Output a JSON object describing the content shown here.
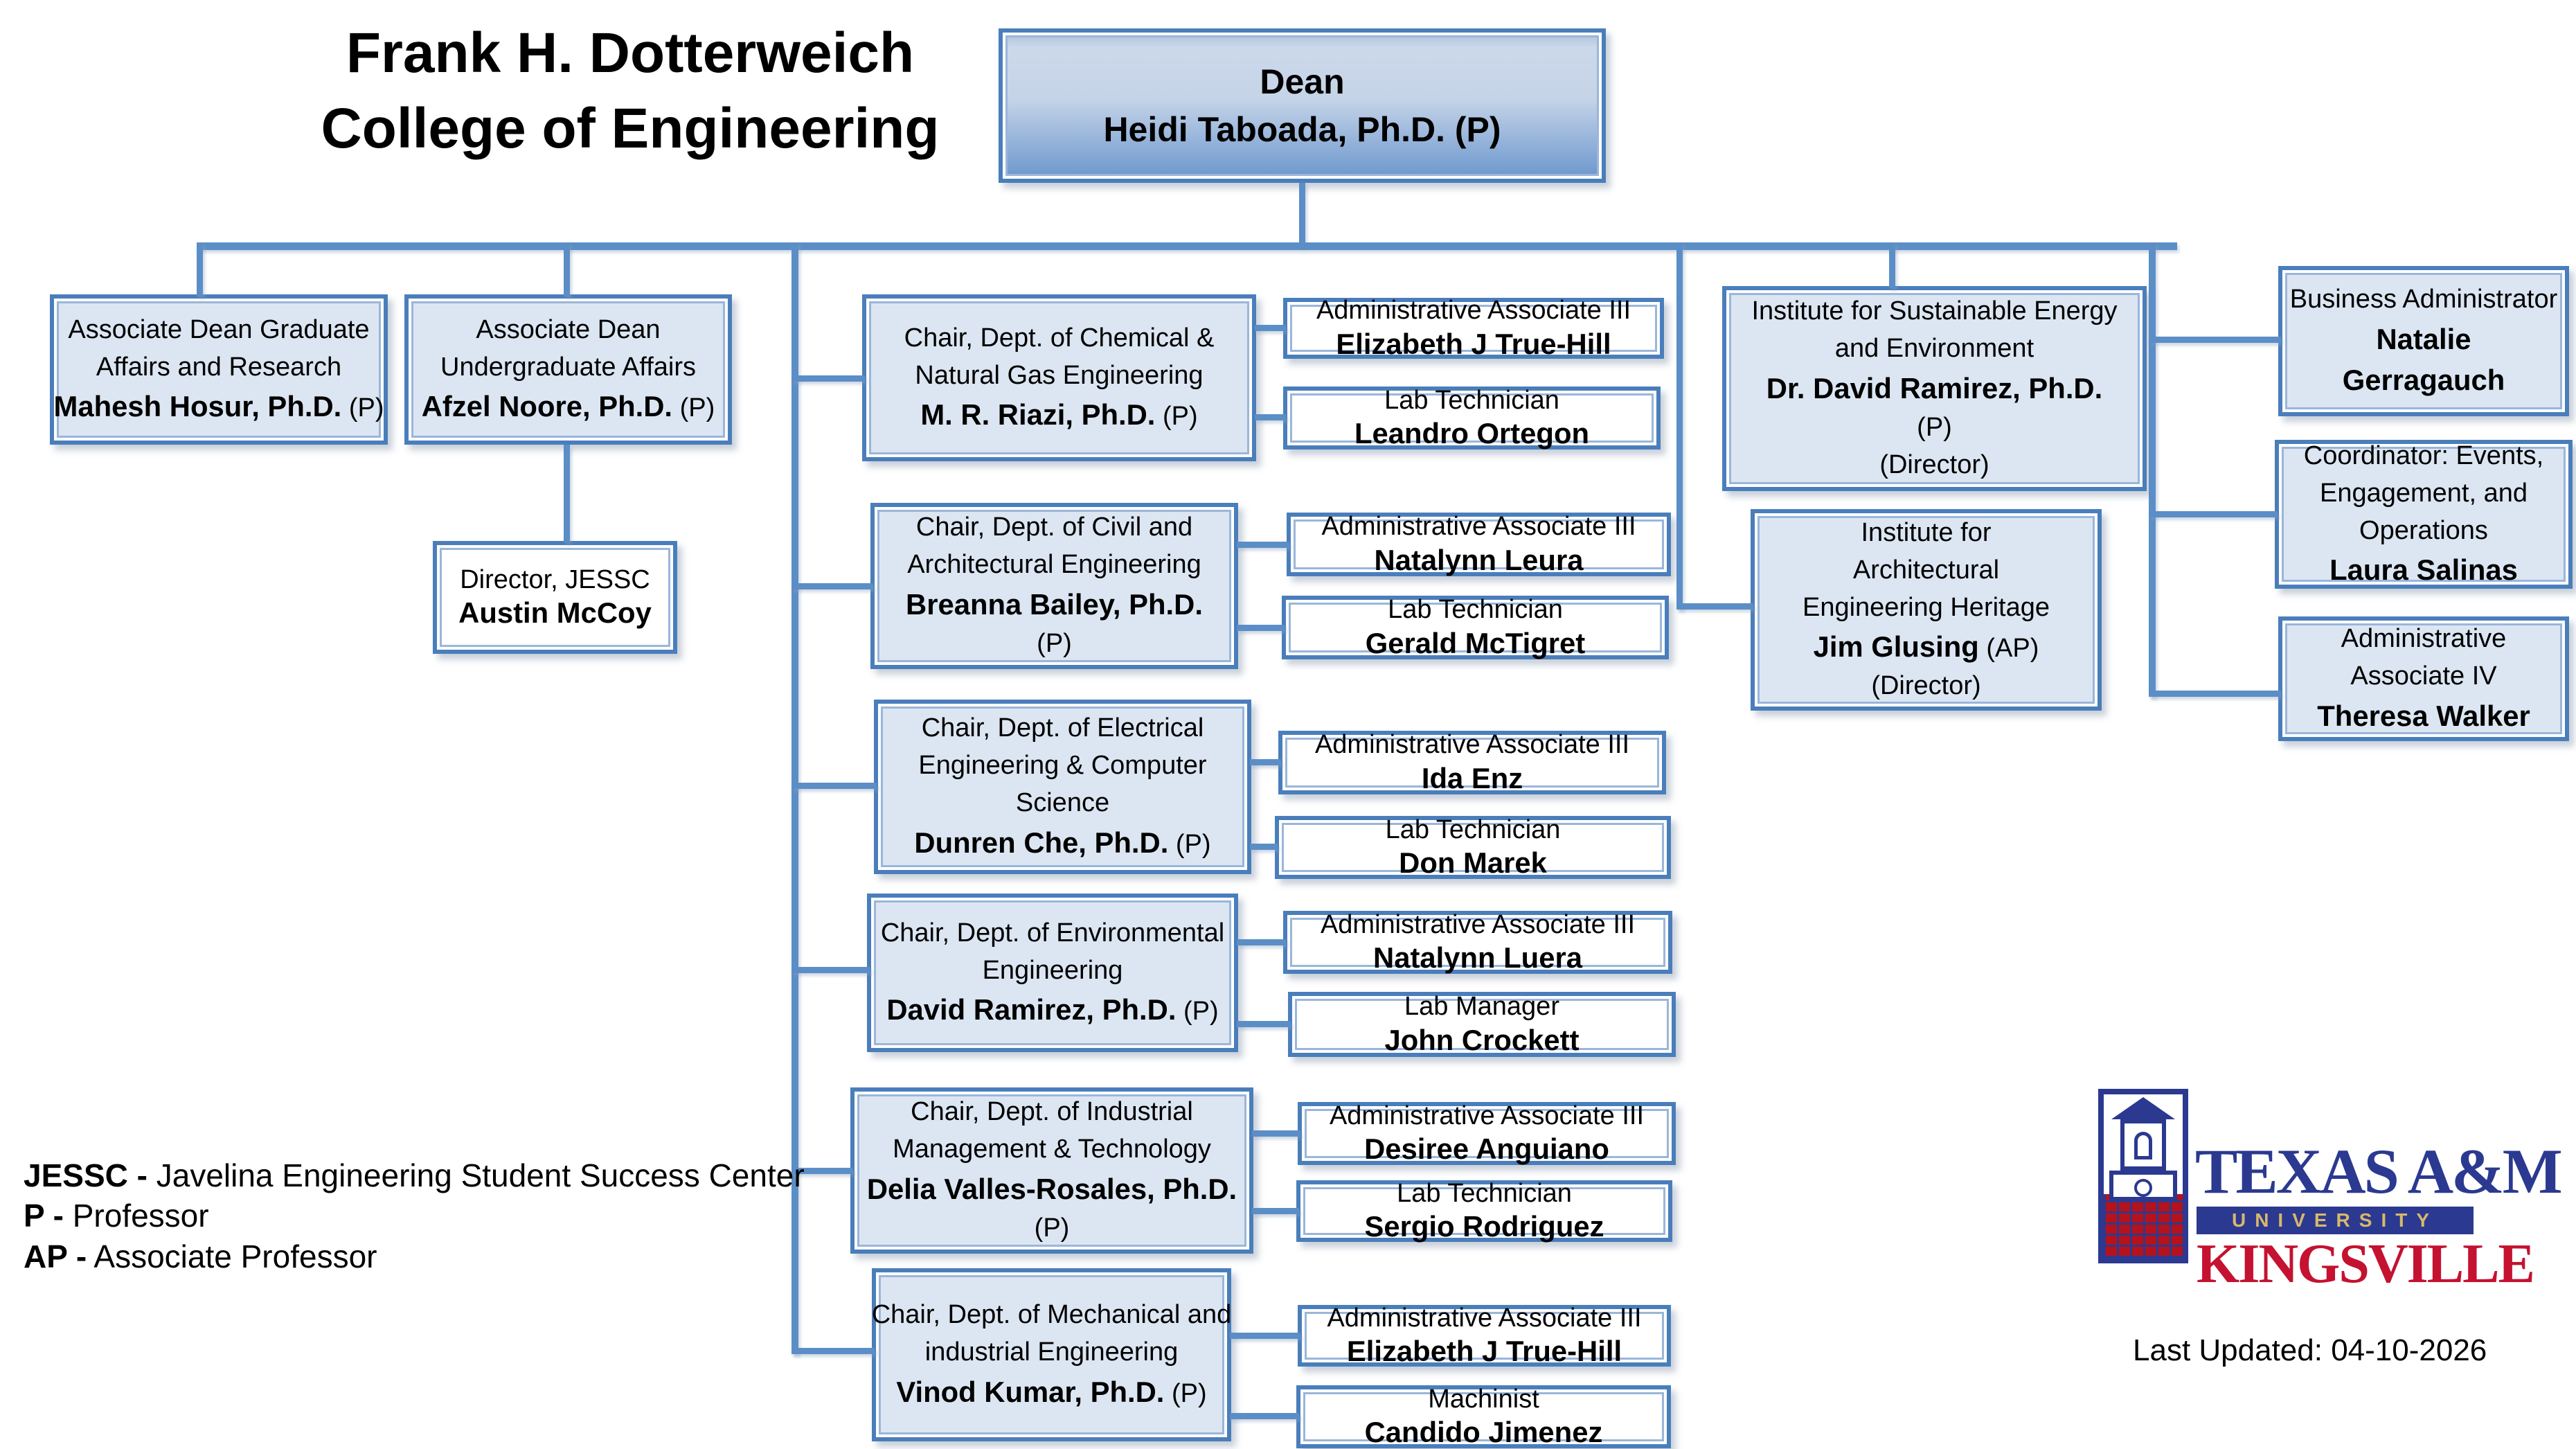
{
  "page": {
    "title_line1": "Frank H. Dotterweich",
    "title_line2": "College of Engineering",
    "last_updated": "Last Updated: 04-10-2026"
  },
  "colors": {
    "box_border": "#4a7ebb",
    "box_fill": "#dce6f2",
    "connector": "#5b8ec6",
    "logo_navy": "#2b3990",
    "logo_red": "#c41230",
    "logo_gold": "#d8b969"
  },
  "legend": [
    {
      "abbr": "JESSC -",
      "text": " Javelina Engineering Student Success Center"
    },
    {
      "abbr": "P -",
      "text": " Professor"
    },
    {
      "abbr": "AP -",
      "text": " Associate Professor"
    }
  ],
  "logo": {
    "line1": "TEXAS A&M",
    "line2": "UNIVERSITY",
    "line3": "KINGSVILLE",
    "icon": "tamuk-tower-icon"
  },
  "boxes": [
    {
      "id": "dean",
      "style": "dean",
      "lines": [
        [
          {
            "t": "Dean",
            "b": true
          }
        ],
        [
          {
            "t": "Heidi Taboada, Ph.D. (P)",
            "b": true
          }
        ]
      ]
    },
    {
      "id": "assoc-dean-graduate",
      "style": "blue",
      "lines": [
        [
          {
            "t": "Associate Dean Graduate"
          }
        ],
        [
          {
            "t": "Affairs and Research"
          }
        ],
        [
          {
            "t": "Mahesh Hosur, Ph.D.",
            "b": true
          },
          {
            "t": " (P)"
          }
        ]
      ]
    },
    {
      "id": "assoc-dean-undergraduate",
      "style": "blue",
      "lines": [
        [
          {
            "t": "Associate Dean"
          }
        ],
        [
          {
            "t": "Undergraduate Affairs"
          }
        ],
        [
          {
            "t": "Afzel Noore, Ph.D.",
            "b": true
          },
          {
            "t": " (P)"
          }
        ]
      ]
    },
    {
      "id": "director-jessc",
      "style": "white",
      "lines": [
        [
          {
            "t": "Director, JESSC"
          }
        ],
        [
          {
            "t": "Austin McCoy",
            "b": true
          }
        ]
      ]
    },
    {
      "id": "chair-chemical",
      "style": "blue",
      "lines": [
        [
          {
            "t": "Chair, Dept. of Chemical &"
          }
        ],
        [
          {
            "t": "Natural Gas Engineering"
          }
        ],
        [
          {
            "t": "M. R. Riazi, Ph.D.",
            "b": true
          },
          {
            "t": " (P)"
          }
        ]
      ]
    },
    {
      "id": "admin-assoc-chemical",
      "style": "white",
      "lines": [
        [
          {
            "t": "Administrative Associate III"
          }
        ],
        [
          {
            "t": "Elizabeth J True-Hill",
            "b": true
          }
        ]
      ]
    },
    {
      "id": "lab-tech-chemical",
      "style": "white",
      "lines": [
        [
          {
            "t": "Lab Technician"
          }
        ],
        [
          {
            "t": "Leandro Ortegon",
            "b": true
          }
        ]
      ]
    },
    {
      "id": "chair-civil",
      "style": "blue",
      "lines": [
        [
          {
            "t": "Chair, Dept. of Civil and"
          }
        ],
        [
          {
            "t": "Architectural Engineering"
          }
        ],
        [
          {
            "t": "Breanna Bailey, Ph.D.",
            "b": true
          }
        ],
        [
          {
            "t": "(P)"
          }
        ]
      ]
    },
    {
      "id": "admin-assoc-civil",
      "style": "white",
      "lines": [
        [
          {
            "t": "Administrative Associate III"
          }
        ],
        [
          {
            "t": "Natalynn Leura",
            "b": true
          }
        ]
      ]
    },
    {
      "id": "lab-tech-civil",
      "style": "white",
      "lines": [
        [
          {
            "t": "Lab Technician"
          }
        ],
        [
          {
            "t": "Gerald McTigret",
            "b": true
          }
        ]
      ]
    },
    {
      "id": "chair-electrical",
      "style": "blue",
      "lines": [
        [
          {
            "t": "Chair, Dept. of Electrical"
          }
        ],
        [
          {
            "t": "Engineering & Computer"
          }
        ],
        [
          {
            "t": "Science"
          }
        ],
        [
          {
            "t": "Dunren Che, Ph.D.",
            "b": true
          },
          {
            "t": " (P)"
          }
        ]
      ]
    },
    {
      "id": "admin-assoc-electrical",
      "style": "white",
      "lines": [
        [
          {
            "t": "Administrative Associate III"
          }
        ],
        [
          {
            "t": "Ida Enz",
            "b": true
          }
        ]
      ]
    },
    {
      "id": "lab-tech-electrical",
      "style": "white",
      "lines": [
        [
          {
            "t": "Lab Technician"
          }
        ],
        [
          {
            "t": "Don Marek",
            "b": true
          }
        ]
      ]
    },
    {
      "id": "chair-environmental",
      "style": "blue",
      "lines": [
        [
          {
            "t": "Chair, Dept. of Environmental"
          }
        ],
        [
          {
            "t": "Engineering"
          }
        ],
        [
          {
            "t": "David Ramirez, Ph.D.",
            "b": true
          },
          {
            "t": " (P)"
          }
        ]
      ]
    },
    {
      "id": "admin-assoc-environmental",
      "style": "white",
      "lines": [
        [
          {
            "t": "Administrative Associate III"
          }
        ],
        [
          {
            "t": "Natalynn Luera",
            "b": true
          }
        ]
      ]
    },
    {
      "id": "lab-manager-environmental",
      "style": "white",
      "lines": [
        [
          {
            "t": "Lab Manager"
          }
        ],
        [
          {
            "t": "John Crockett",
            "b": true
          }
        ]
      ]
    },
    {
      "id": "chair-industrial",
      "style": "blue",
      "lines": [
        [
          {
            "t": "Chair, Dept. of Industrial"
          }
        ],
        [
          {
            "t": "Management & Technology"
          }
        ],
        [
          {
            "t": "Delia Valles-Rosales, Ph.D.",
            "b": true
          }
        ],
        [
          {
            "t": "(P)"
          }
        ]
      ]
    },
    {
      "id": "admin-assoc-industrial",
      "style": "white",
      "lines": [
        [
          {
            "t": "Administrative Associate III"
          }
        ],
        [
          {
            "t": "Desiree Anguiano",
            "b": true
          }
        ]
      ]
    },
    {
      "id": "lab-tech-industrial",
      "style": "white",
      "lines": [
        [
          {
            "t": "Lab Technician"
          }
        ],
        [
          {
            "t": "Sergio Rodriguez",
            "b": true
          }
        ]
      ]
    },
    {
      "id": "chair-mechanical",
      "style": "blue",
      "lines": [
        [
          {
            "t": "Chair, Dept. of Mechanical and"
          }
        ],
        [
          {
            "t": "industrial Engineering"
          }
        ],
        [
          {
            "t": "Vinod Kumar, Ph.D.",
            "b": true
          },
          {
            "t": " (P)"
          }
        ]
      ]
    },
    {
      "id": "admin-assoc-mechanical",
      "style": "white",
      "lines": [
        [
          {
            "t": "Administrative Associate III"
          }
        ],
        [
          {
            "t": "Elizabeth J True-Hill",
            "b": true
          }
        ]
      ]
    },
    {
      "id": "machinist-mechanical",
      "style": "white",
      "lines": [
        [
          {
            "t": "Machinist"
          }
        ],
        [
          {
            "t": "Candido Jimenez",
            "b": true
          }
        ]
      ]
    },
    {
      "id": "institute-sustainable-energy",
      "style": "blue",
      "lines": [
        [
          {
            "t": "Institute for Sustainable Energy"
          }
        ],
        [
          {
            "t": "and Environment"
          }
        ],
        [
          {
            "t": "Dr. David Ramirez, Ph.D.",
            "b": true
          }
        ],
        [
          {
            "t": "(P)"
          }
        ],
        [
          {
            "t": "(Director)"
          }
        ]
      ]
    },
    {
      "id": "institute-architectural-heritage",
      "style": "blue",
      "lines": [
        [
          {
            "t": "Institute for"
          }
        ],
        [
          {
            "t": "Architectural"
          }
        ],
        [
          {
            "t": "Engineering Heritage"
          }
        ],
        [
          {
            "t": "Jim Glusing",
            "b": true
          },
          {
            "t": " (AP)"
          }
        ],
        [
          {
            "t": "(Director)"
          }
        ]
      ]
    },
    {
      "id": "business-administrator",
      "style": "blue",
      "lines": [
        [
          {
            "t": "Business Administrator"
          }
        ],
        [
          {
            "t": "Natalie",
            "b": true
          }
        ],
        [
          {
            "t": "Gerragauch",
            "b": true
          }
        ]
      ]
    },
    {
      "id": "coordinator-events",
      "style": "blue",
      "lines": [
        [
          {
            "t": "Coordinator: Events,"
          }
        ],
        [
          {
            "t": "Engagement, and"
          }
        ],
        [
          {
            "t": "Operations"
          }
        ],
        [
          {
            "t": "Laura Salinas",
            "b": true
          }
        ]
      ]
    },
    {
      "id": "admin-assoc-iv",
      "style": "blue",
      "lines": [
        [
          {
            "t": "Administrative"
          }
        ],
        [
          {
            "t": "Associate IV"
          }
        ],
        [
          {
            "t": "Theresa Walker",
            "b": true
          }
        ]
      ]
    }
  ]
}
